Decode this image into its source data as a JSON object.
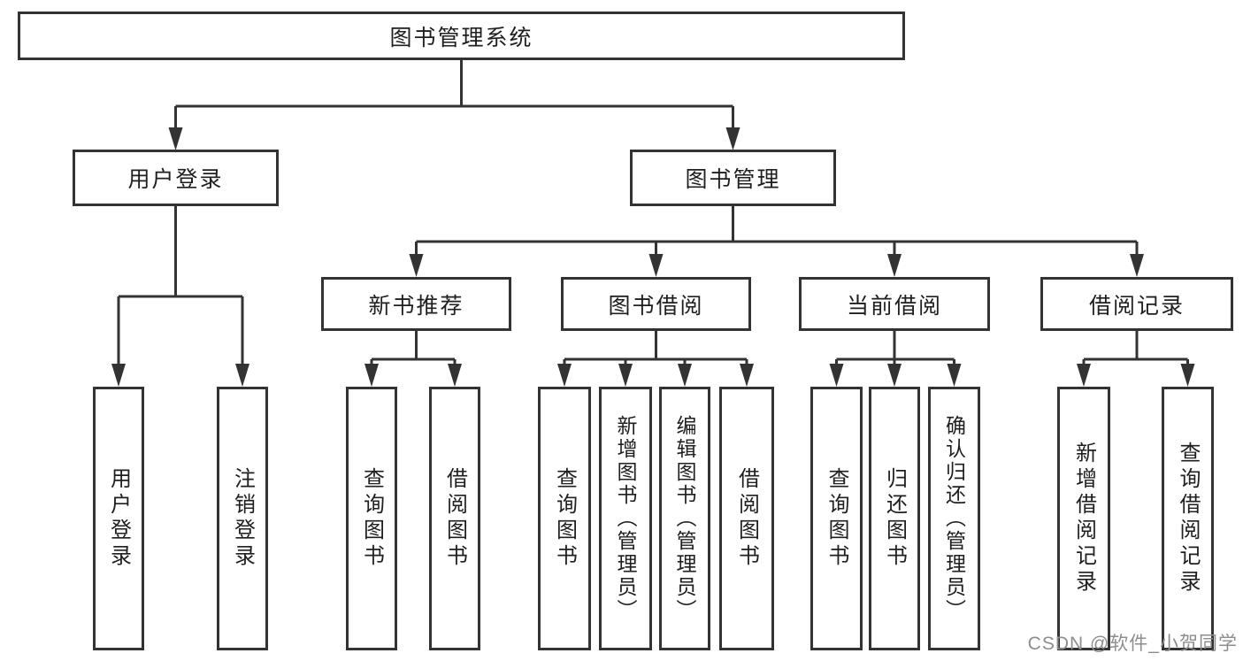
{
  "diagram": {
    "root": {
      "label": "图书管理系统",
      "children": [
        {
          "label": "用户登录",
          "children": [
            {
              "label": "用户登录"
            },
            {
              "label": "注销登录"
            }
          ]
        },
        {
          "label": "图书管理",
          "children": [
            {
              "label": "新书推荐",
              "children": [
                {
                  "label": "查询图书"
                },
                {
                  "label": "借阅图书"
                }
              ]
            },
            {
              "label": "图书借阅",
              "children": [
                {
                  "label": "查询图书"
                },
                {
                  "label": "新增图书（管理员）"
                },
                {
                  "label": "编辑图书（管理员）"
                },
                {
                  "label": "借阅图书"
                }
              ]
            },
            {
              "label": "当前借阅",
              "children": [
                {
                  "label": "查询图书"
                },
                {
                  "label": "归还图书"
                },
                {
                  "label": "确认归还（管理员）"
                }
              ]
            },
            {
              "label": "借阅记录",
              "children": [
                {
                  "label": "新增借阅记录"
                },
                {
                  "label": "查询借阅记录"
                }
              ]
            }
          ]
        }
      ]
    }
  },
  "watermark": {
    "text": "CSDN @软件_小贺同学"
  },
  "colors": {
    "line": "#333333",
    "text": "#1f1f1f",
    "watermark": "#8f8c8c",
    "background": "#ffffff"
  }
}
